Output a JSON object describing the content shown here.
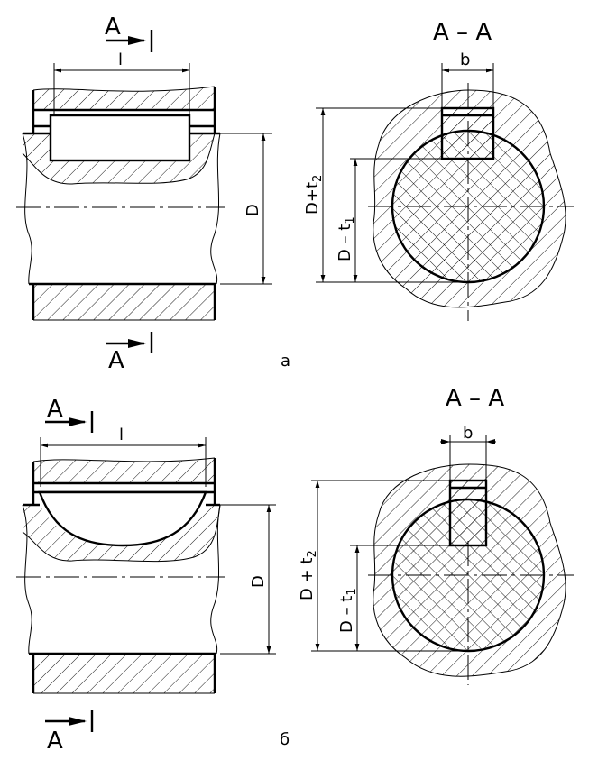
{
  "figure_a": {
    "section_letter_top": "A",
    "section_letter_bottom": "A",
    "section_title": "A  –  A",
    "dim_l": "l",
    "dim_D": "D",
    "dim_b": "b",
    "dim_D_plus_t2": "D+t",
    "dim_D_plus_t2_sub": "2",
    "dim_D_minus_t1": "D  –  t",
    "dim_D_minus_t1_sub": "1",
    "caption": "a"
  },
  "figure_b": {
    "section_letter_top": "A",
    "section_letter_bottom": "A",
    "section_title": "A  –  A",
    "dim_l": "l",
    "dim_D": "D",
    "dim_b": "b",
    "dim_D_plus_t2": "D  +  t",
    "dim_D_plus_t2_sub": "2",
    "dim_D_minus_t1": "D  –  t",
    "dim_D_minus_t1_sub": "1",
    "caption": "б"
  }
}
